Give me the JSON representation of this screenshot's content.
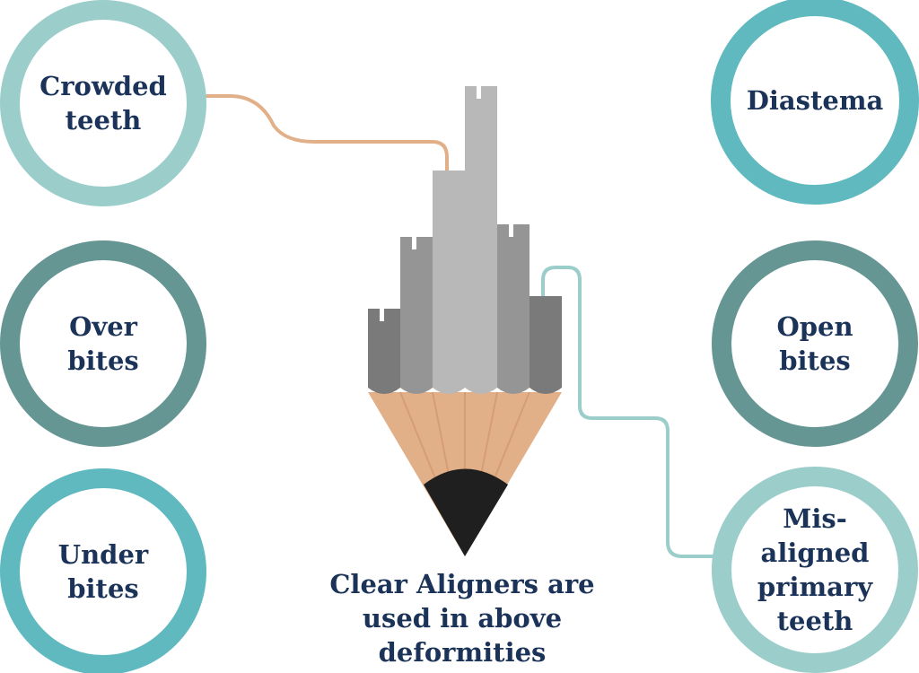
{
  "diagram": {
    "caption": "Clear Aligners are used in above deformities",
    "circles": [
      {
        "id": "crowded",
        "label": "Crowded\nteeth",
        "ring_color": "#9bcdcb"
      },
      {
        "id": "diastema",
        "label": "Diastema",
        "ring_color": "#5fb9bf"
      },
      {
        "id": "over",
        "label": "Over\nbites",
        "ring_color": "#669693"
      },
      {
        "id": "open",
        "label": "Open\nbites",
        "ring_color": "#669693"
      },
      {
        "id": "under",
        "label": "Under\nbites",
        "ring_color": "#5fb9bf"
      },
      {
        "id": "misaligned",
        "label": "Mis-\naligned\nprimary\nteeth",
        "ring_color": "#9bcdcb"
      }
    ],
    "colors": {
      "text": "#1b3358",
      "pencil_wood": "#e2b088",
      "pencil_tip": "#1f1f1f",
      "connector_orange": "#e2b088",
      "connector_teal": "#9bcdcb"
    }
  }
}
